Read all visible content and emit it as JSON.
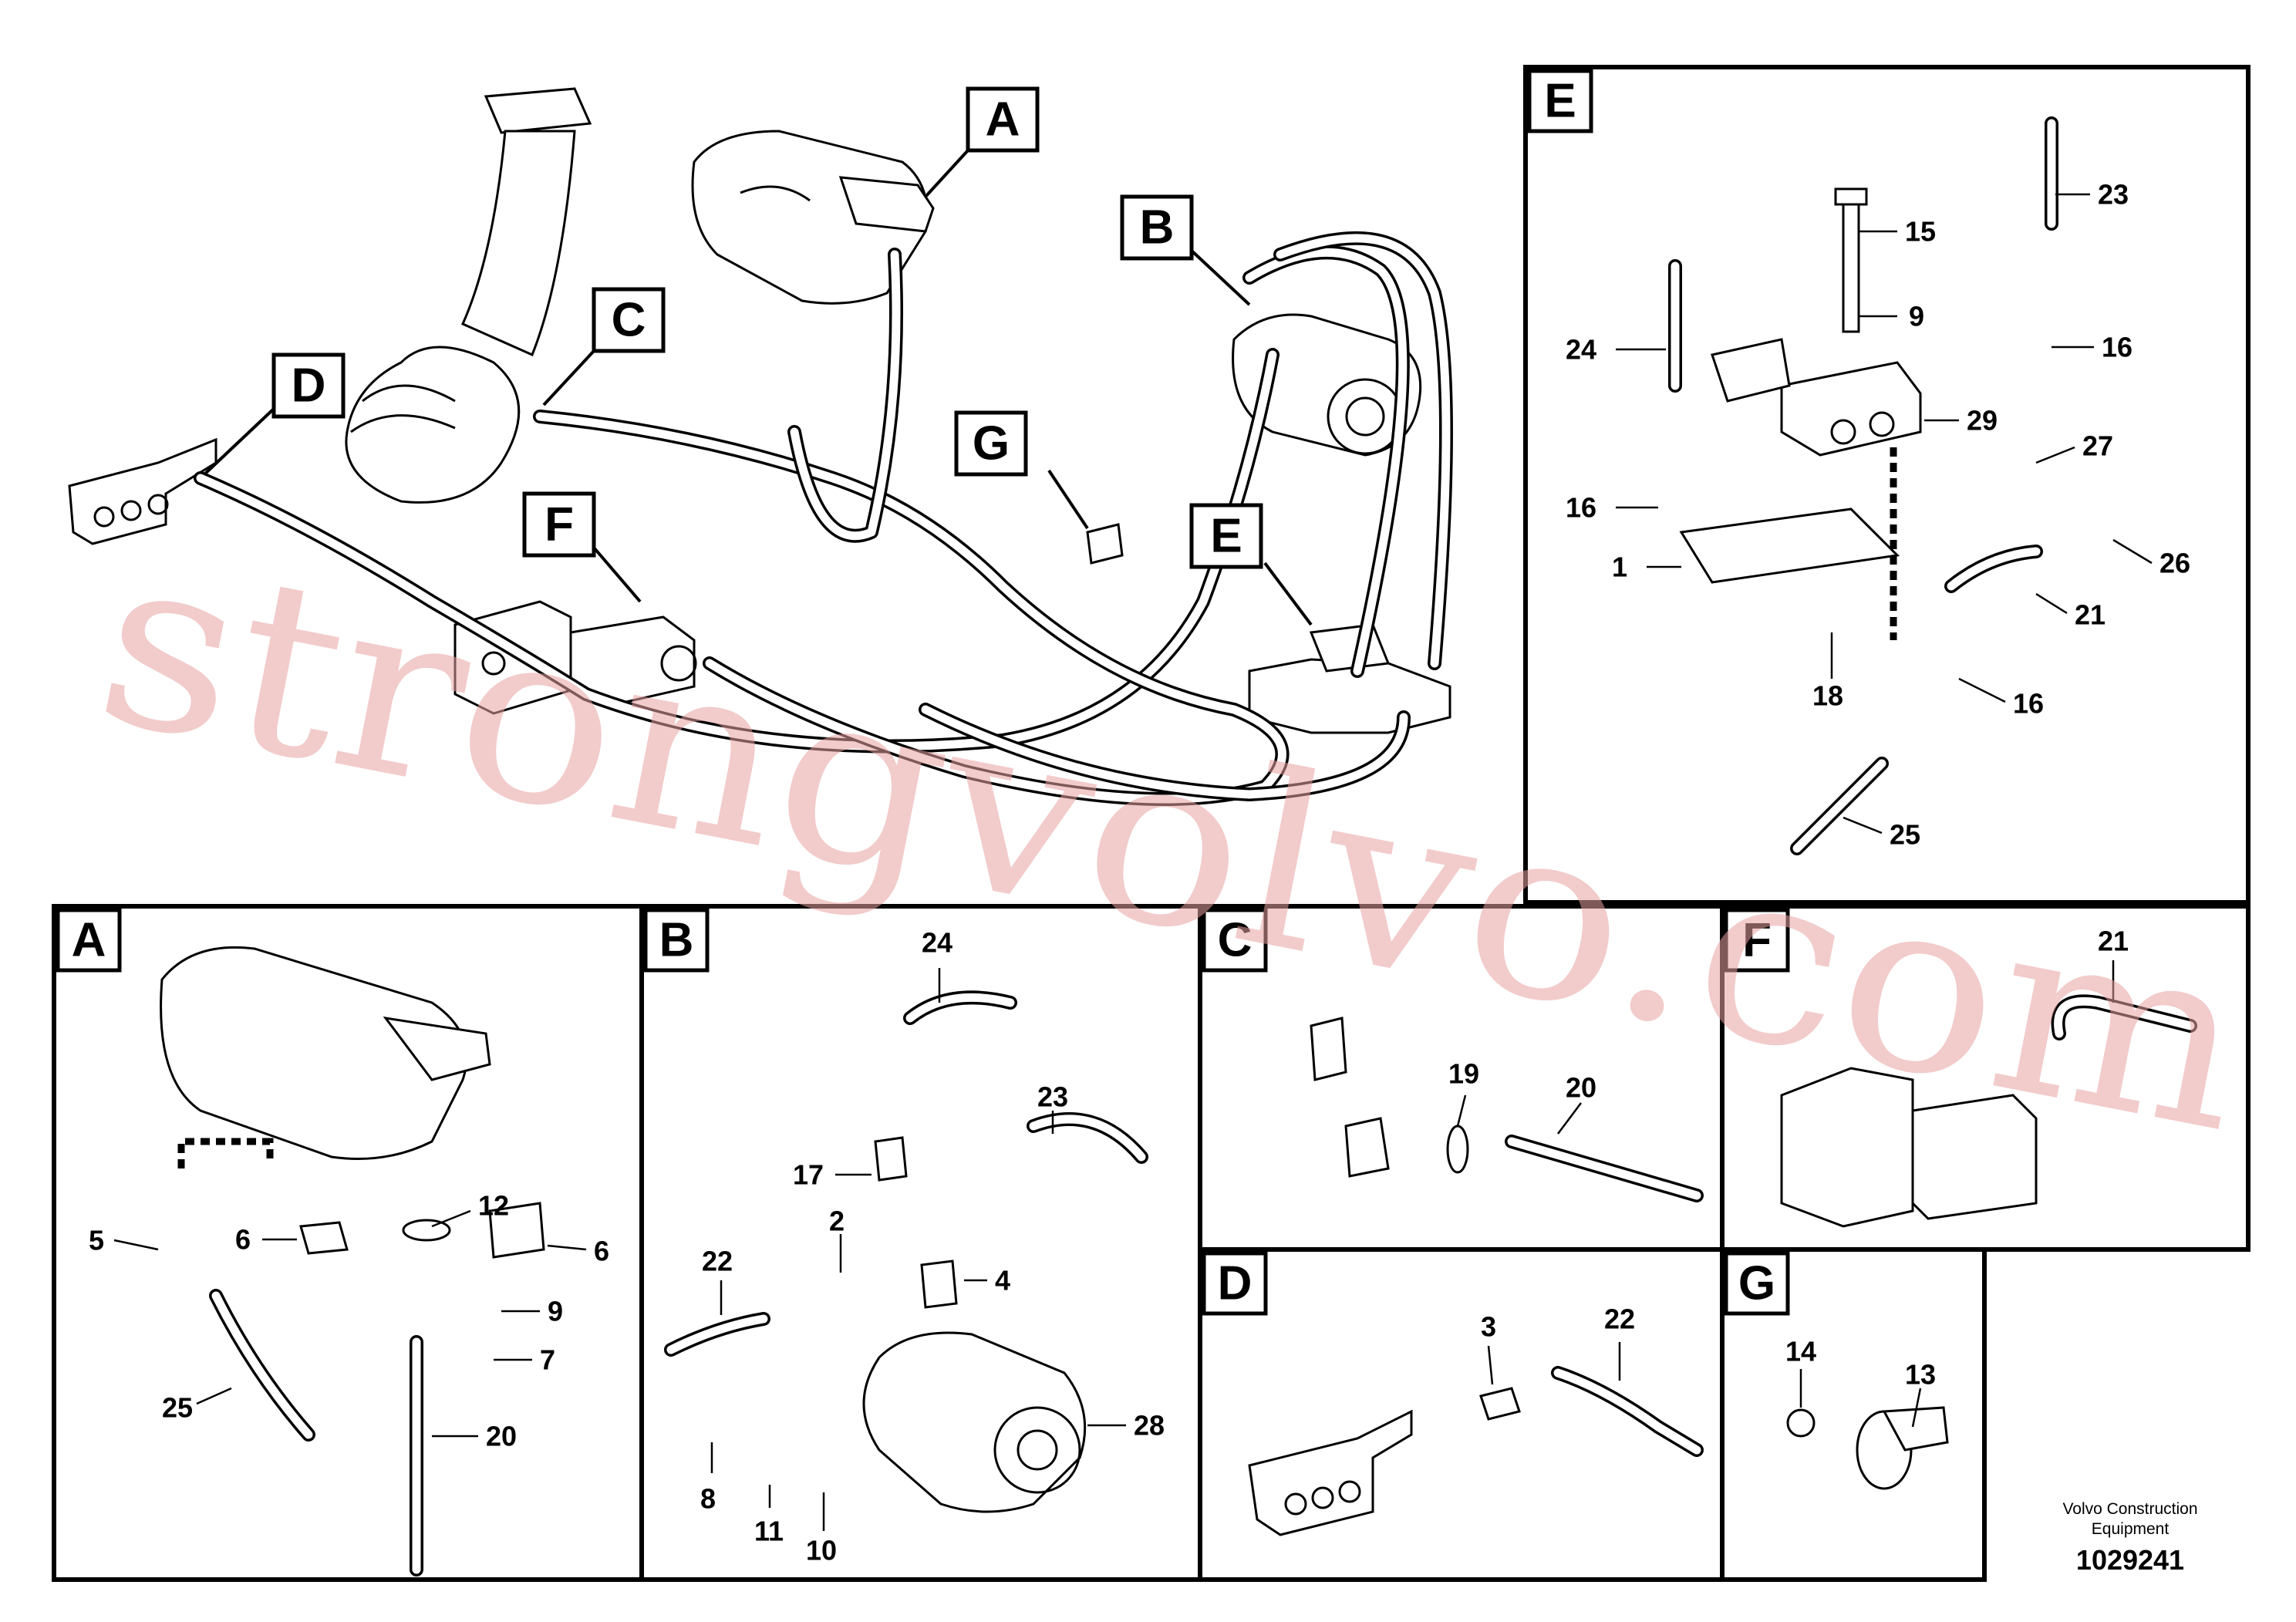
{
  "main_view": {
    "tags": [
      "A",
      "B",
      "C",
      "D",
      "E",
      "F",
      "G"
    ]
  },
  "detail_e": {
    "label": "E",
    "parts": [
      "15",
      "9",
      "23",
      "24",
      "16",
      "29",
      "16",
      "27",
      "1",
      "26",
      "21",
      "18",
      "16",
      "25"
    ]
  },
  "detail_a": {
    "label": "A",
    "parts": [
      "12",
      "5",
      "6",
      "6",
      "9",
      "7",
      "25",
      "20"
    ]
  },
  "detail_b": {
    "label": "B",
    "parts": [
      "24",
      "23",
      "17",
      "2",
      "4",
      "22",
      "28",
      "8",
      "11",
      "10"
    ]
  },
  "detail_c": {
    "label": "C",
    "parts": [
      "19",
      "20"
    ]
  },
  "detail_f": {
    "label": "F",
    "parts": [
      "21"
    ]
  },
  "detail_d": {
    "label": "D",
    "parts": [
      "3",
      "22"
    ]
  },
  "detail_g": {
    "label": "G",
    "parts": [
      "14",
      "13"
    ]
  },
  "credit": {
    "line1": "Volvo Construction",
    "line2": "Equipment",
    "doc_number": "1029241"
  },
  "watermark": "strongvolvo.com"
}
